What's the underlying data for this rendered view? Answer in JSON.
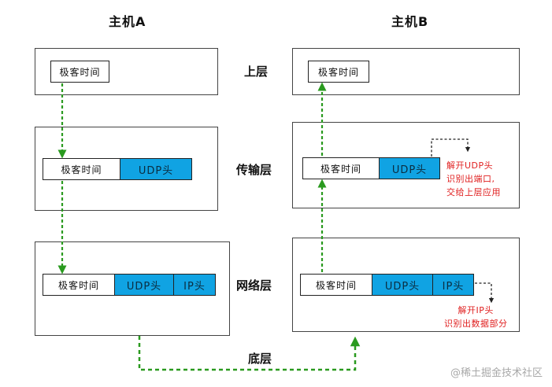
{
  "hosts": {
    "a": "主机A",
    "b": "主机B"
  },
  "layers": {
    "upper": "上层",
    "transport": "传输层",
    "network": "网络层",
    "bottom": "底层"
  },
  "packet": {
    "data": "极客时间",
    "udp": "UDP头",
    "ip": "IP头"
  },
  "notes": {
    "transport": [
      "解开UDP头",
      "识别出端口,",
      "交给上层应用"
    ],
    "network": [
      "解开IP头",
      "识别出数据部分"
    ]
  },
  "watermark": "@稀土掘金技术社区",
  "colors": {
    "header_fill": "#10a3e3",
    "arrow": "#2a9a1f",
    "note_text": "#e02020"
  }
}
